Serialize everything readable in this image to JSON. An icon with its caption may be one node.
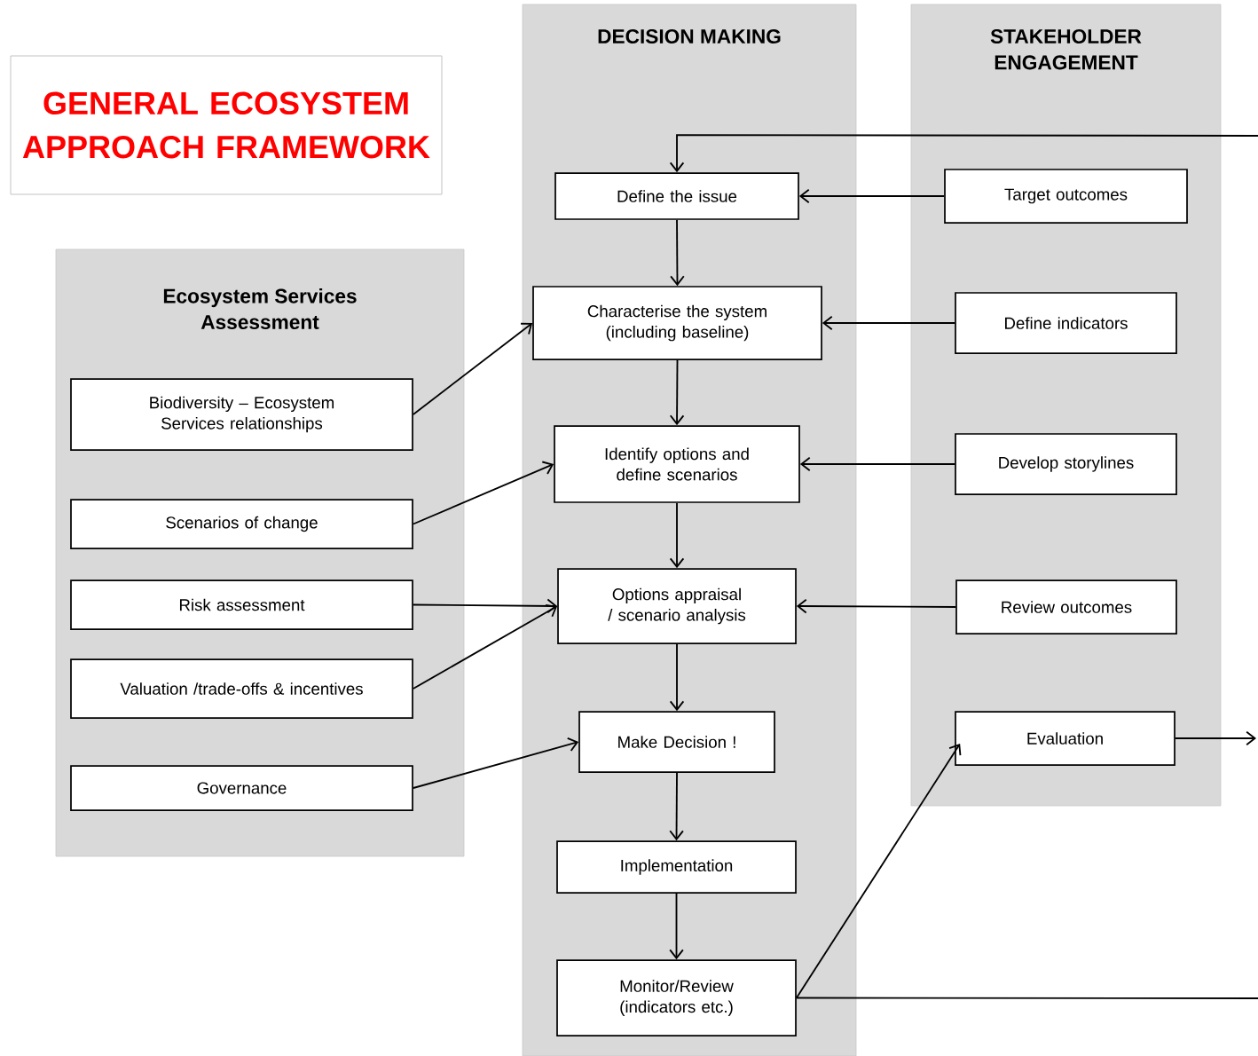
{
  "diagram": {
    "nodes": [
      {
        "text": [
          "GENERAL ECOSYSTEM APPROACH FRAMEWORK"
        ]
      },
      {
        "text": [
          "DECISION MAKING"
        ]
      },
      {
        "text": [
          "Define the issue"
        ],
        "in": 1
      },
      {
        "text": [
          "Characterise the system (including baseline)"
        ],
        "in": 1
      },
      {
        "text": [
          "Identify options and define scenarios"
        ],
        "in": 1
      },
      {
        "text": [
          "Options appraisal / scenario analysis"
        ],
        "in": 1
      },
      {
        "text": [
          "Make Decision !"
        ],
        "in": 1
      },
      {
        "text": [
          "Implementation"
        ],
        "in": 1
      },
      {
        "text": [
          "Monitor/Review (indicators etc.)"
        ],
        "in": 1
      },
      {
        "text": [
          "STAKEHOLDER ENGAGEMENT"
        ]
      },
      {
        "text": [
          "Target outcomes"
        ],
        "in": 9
      },
      {
        "text": [
          "Define indicators"
        ],
        "in": 9
      },
      {
        "text": [
          "Develop storylines"
        ],
        "in": 9
      },
      {
        "text": [
          "Review outcomes"
        ],
        "in": 9
      },
      {
        "text": [
          "Evaluation"
        ],
        "in": 9
      },
      {
        "text": [
          "Ecosystem Services Assessment"
        ]
      },
      {
        "text": [
          "Biodiversity – Ecosystem Services relationships"
        ],
        "in": 15
      },
      {
        "text": [
          "Scenarios of change"
        ],
        "in": 15
      },
      {
        "text": [
          "Risk assessment"
        ],
        "in": 15
      },
      {
        "text": [
          "Valuation /trade-offs & incentives"
        ],
        "in": 15
      },
      {
        "text": [
          "Governance"
        ],
        "in": 15
      }
    ],
    "edges": [
      {
        "from": 2,
        "to": 3,
        "arrow": "to"
      },
      {
        "from": 3,
        "to": 4,
        "arrow": "to"
      },
      {
        "from": 4,
        "to": 5,
        "arrow": "to"
      },
      {
        "from": 5,
        "to": 6,
        "arrow": "to"
      },
      {
        "from": 6,
        "to": 7,
        "arrow": "to"
      },
      {
        "from": 7,
        "to": 8,
        "arrow": "to"
      },
      {
        "from": 10,
        "to": 2,
        "arrow": "to"
      },
      {
        "from": 11,
        "to": 3,
        "arrow": "to"
      },
      {
        "from": 12,
        "to": 4,
        "arrow": "to"
      },
      {
        "from": 13,
        "to": 5,
        "arrow": "to"
      },
      {
        "from": 16,
        "to": 3,
        "arrow": "to"
      },
      {
        "from": 17,
        "to": 4,
        "arrow": "to"
      },
      {
        "from": 18,
        "to": 5,
        "arrow": "to"
      },
      {
        "from": 19,
        "to": 5,
        "arrow": "to"
      },
      {
        "from": 20,
        "to": 6,
        "arrow": "to"
      },
      {
        "from": 8,
        "to": 14,
        "arrow": "to"
      },
      {
        "from": 14,
        "to": null,
        "arrow": "to"
      },
      {
        "from": 8,
        "to": 2,
        "arrow": "to"
      }
    ]
  }
}
